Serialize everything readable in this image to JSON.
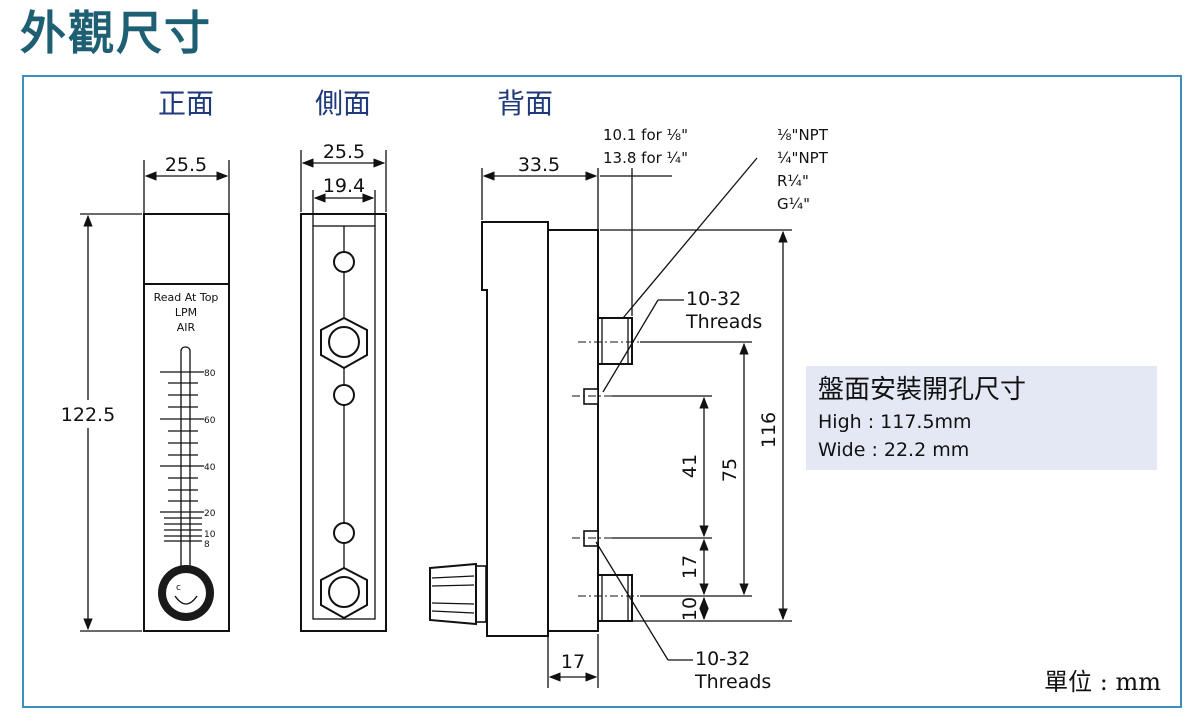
{
  "page": {
    "title": "外觀尺寸"
  },
  "views": {
    "front": "正面",
    "side": "側面",
    "back": "背面"
  },
  "front": {
    "width": "25.5",
    "height": "122.5",
    "scale_label_1": "Read At Top",
    "scale_label_2": "LPM",
    "scale_label_3": "AIR",
    "ticks": [
      "80",
      "60",
      "40",
      "20",
      "10",
      "8"
    ]
  },
  "side": {
    "outer_width": "25.5",
    "inner_width": "19.4"
  },
  "back": {
    "depth": "33.5",
    "port_depth_1": "10.1 for ⅛\"",
    "port_depth_2": "13.8 for ¼\"",
    "thread_1": "⅛\"NPT",
    "thread_2": "¼\"NPT",
    "thread_3": "R¼\"",
    "thread_4": "G¼\"",
    "screw_top_1": "10-32",
    "screw_top_2": "Threads",
    "screw_bottom_1": "10-32",
    "screw_bottom_2": "Threads",
    "dim_41": "41",
    "dim_75": "75",
    "dim_116": "116",
    "dim_17_vertical": "17",
    "dim_10": "10",
    "dim_17_bottom": "17"
  },
  "panel_cutout": {
    "title": "盤面安裝開孔尺寸",
    "high": "High : 117.5mm",
    "wide": "Wide : 22.2 mm"
  },
  "unit": "單位 : mm"
}
